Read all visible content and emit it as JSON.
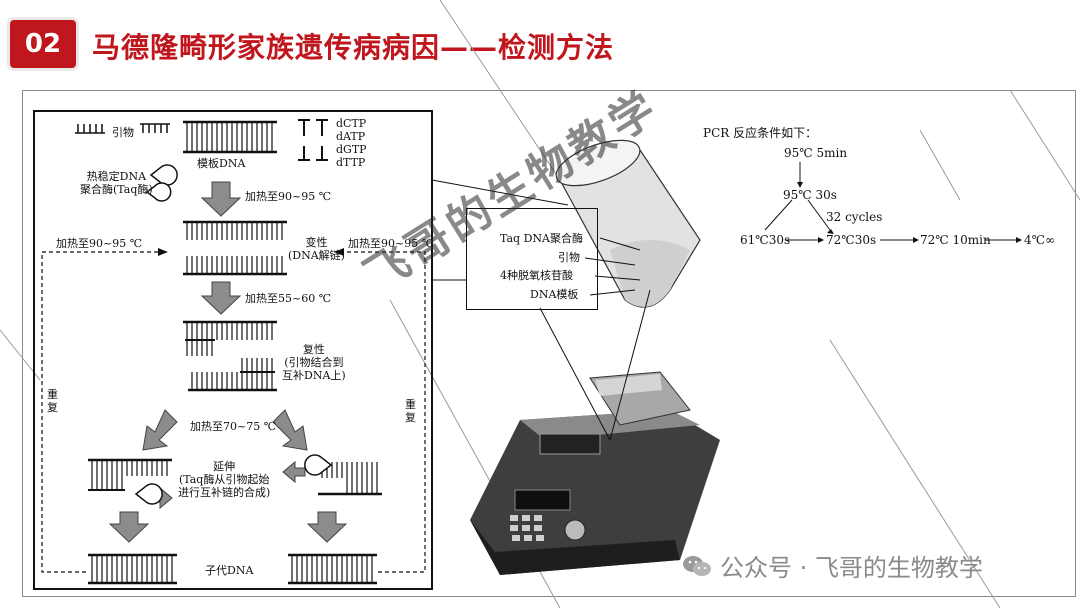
{
  "header": {
    "badge": "02",
    "title": "马德隆畸形家族遗传病病因——检测方法"
  },
  "diagram": {
    "primer": "引物",
    "template": "模板DNA",
    "dntps": [
      "dCTP",
      "dATP",
      "dGTP",
      "dTTP"
    ],
    "polymerase": "热稳定DNA\n聚合酶(Taq酶)",
    "heat_94": "加热至90~95 ℃",
    "denature": "变性\n(DNA解链)",
    "loop_left": "加热至90~95 ℃",
    "loop_right": "加热至90~95 ℃",
    "heat_55": "加热至55~60 ℃",
    "anneal": "复性\n(引物结合到\n互补DNA上)",
    "repeat_left": "重\n复",
    "repeat_right": "重\n复",
    "heat_72": "加热至70~75 ℃",
    "extend": "延伸\n(Taq酶从引物起始\n进行互补链的合成)",
    "product": "子代DNA"
  },
  "tube_labels": {
    "polymerase": "Taq DNA聚合酶",
    "primer": "引物",
    "dntp": "4种脱氧核苷酸",
    "template": "DNA模板"
  },
  "conditions": {
    "title": "PCR 反应条件如下：",
    "step1": "95℃ 5min",
    "step2": "95℃ 30s",
    "cycles": "32 cycles",
    "anneal": "61℃30s",
    "extend": "72℃30s",
    "final": "72℃ 10min",
    "hold": "4℃∞"
  },
  "watermark": "飞哥的生物教学",
  "footer": "公众号 · 飞哥的生物教学"
}
